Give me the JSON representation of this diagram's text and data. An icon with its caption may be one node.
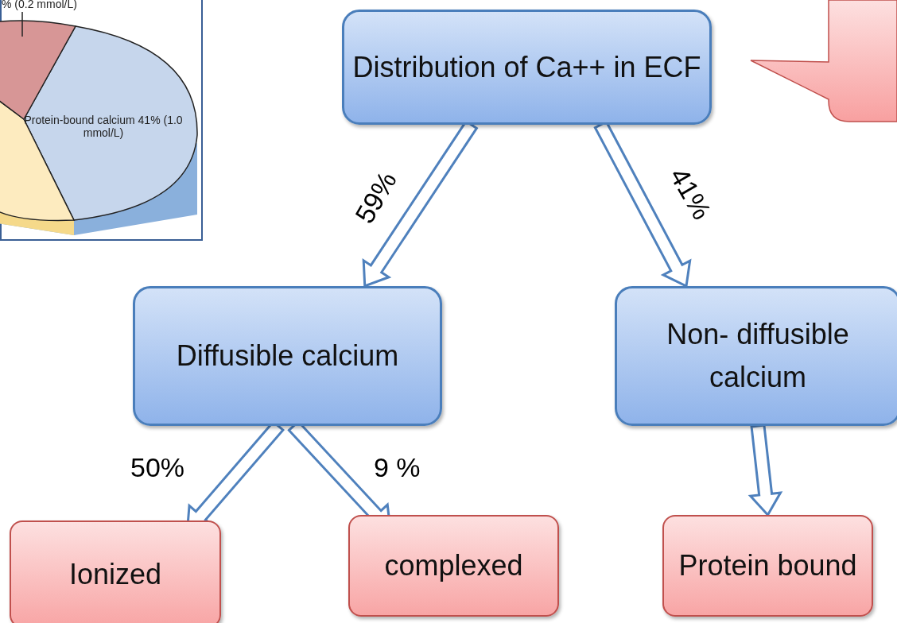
{
  "diagram": {
    "nodes": [
      {
        "text": [
          "Distribution of Ca++ in ECF"
        ]
      },
      {
        "text": [
          "Diffusible calcium"
        ]
      },
      {
        "text": [
          "Non- diffusible calcium"
        ]
      },
      {
        "text": [
          "Ionized"
        ]
      },
      {
        "text": [
          "complexed"
        ]
      },
      {
        "text": [
          "Protein bound"
        ]
      },
      {
        "text": [],
        "shape": "callout"
      }
    ],
    "edges": [
      {
        "from": 0,
        "to": 1,
        "arrow": "to",
        "label": "59%"
      },
      {
        "from": 0,
        "to": 2,
        "arrow": "to",
        "label": "41%"
      },
      {
        "from": 1,
        "to": 3,
        "arrow": "to",
        "label": "50%"
      },
      {
        "from": 1,
        "to": 4,
        "arrow": "to",
        "label": "9 %"
      },
      {
        "from": 2,
        "to": 5,
        "arrow": "to"
      }
    ],
    "labels": [
      "% (0.2 mmol/L)",
      "Protein-bound calcium 41% (1.0 mmol/L)"
    ]
  }
}
